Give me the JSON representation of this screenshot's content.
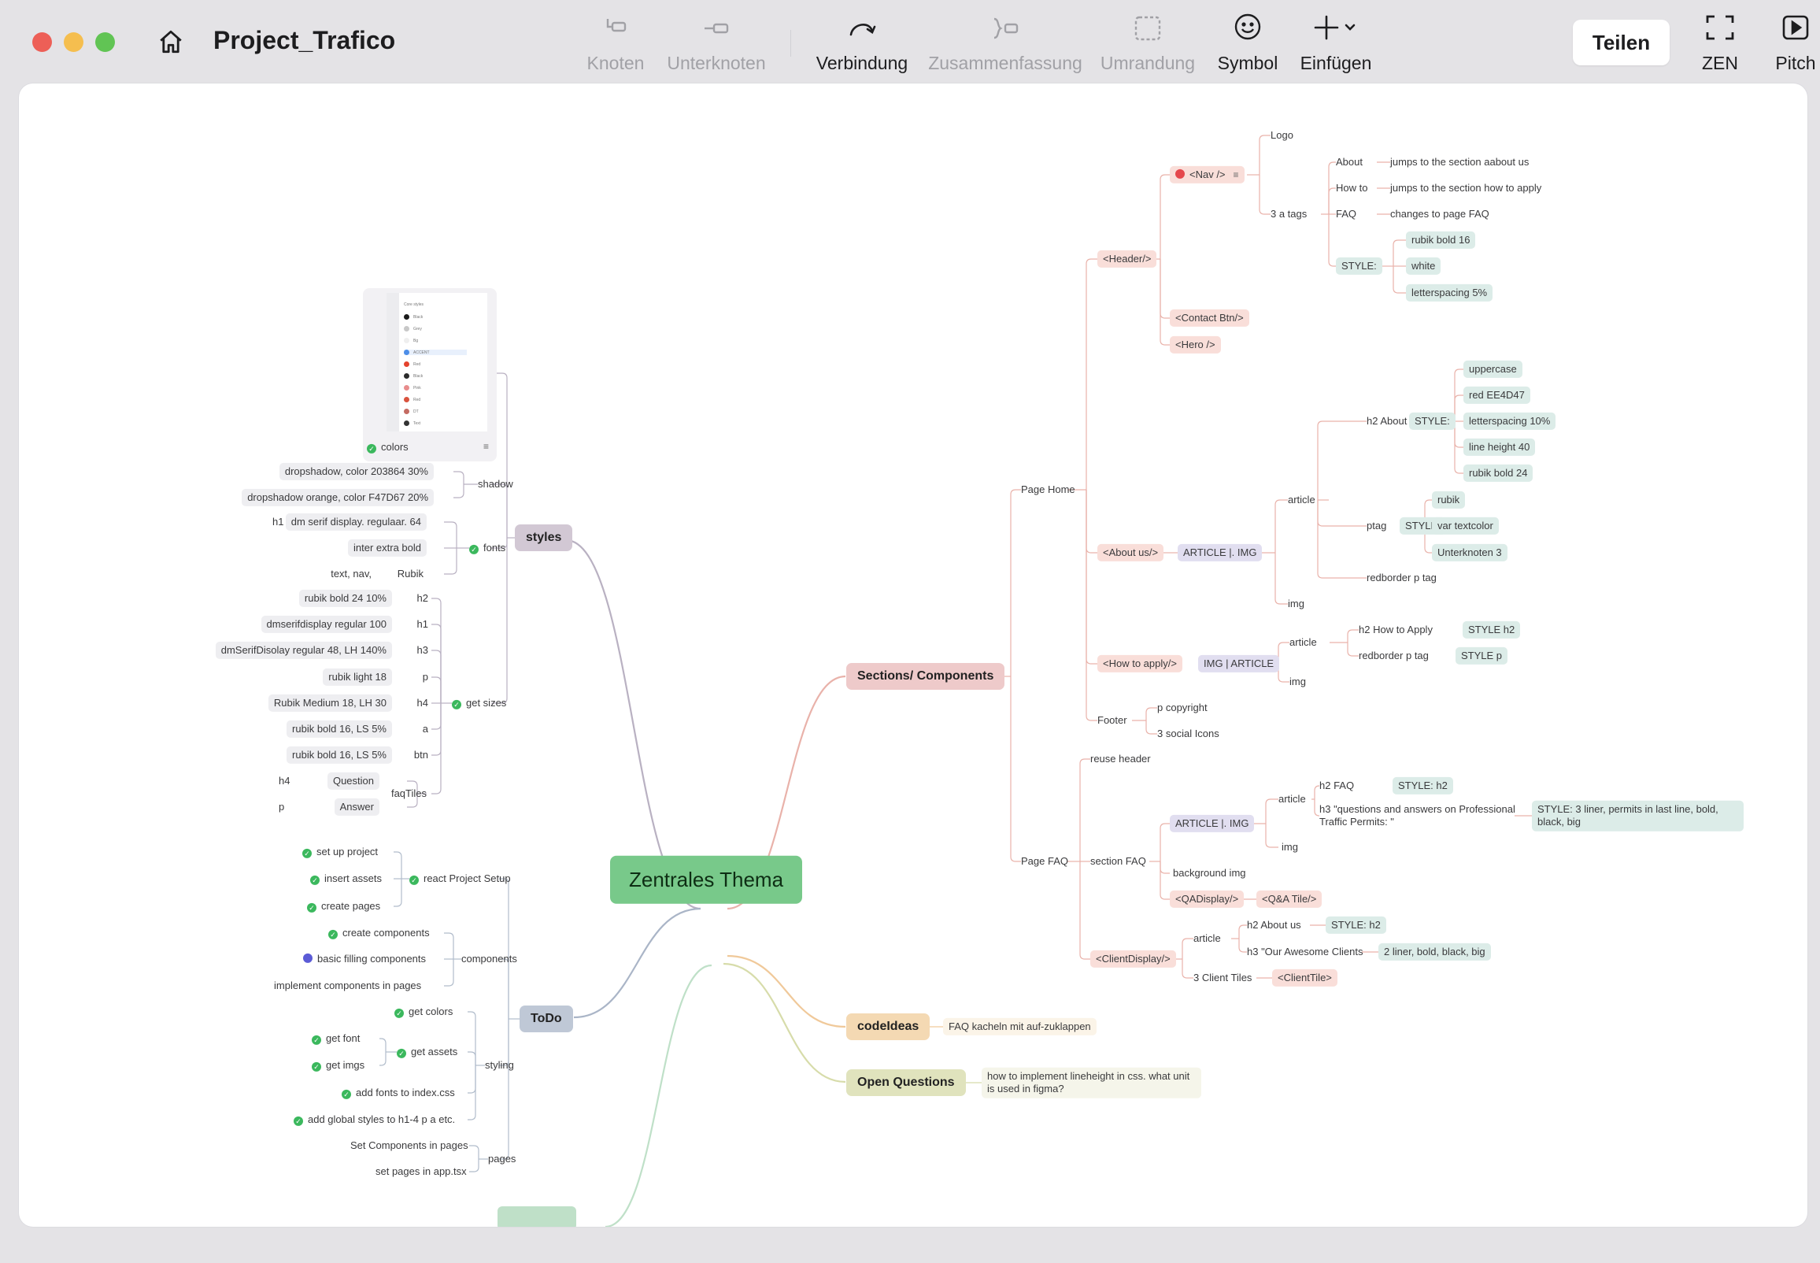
{
  "window": {
    "title": "Project_Trafico",
    "share_label": "Teilen",
    "traffic_lights": {
      "close": "#ed5f57",
      "minimize": "#f5be4f",
      "zoom": "#61c454"
    }
  },
  "toolbar": {
    "items": [
      {
        "id": "knoten",
        "label": "Knoten",
        "enabled": false,
        "icon": "node-icon"
      },
      {
        "id": "unterknoten",
        "label": "Unterknoten",
        "enabled": false,
        "icon": "subnode-icon"
      },
      {
        "id": "verbindung",
        "label": "Verbindung",
        "enabled": true,
        "icon": "connection-arrow-icon"
      },
      {
        "id": "zusammenfassung",
        "label": "Zusammenfassung",
        "enabled": false,
        "icon": "summary-brace-icon"
      },
      {
        "id": "umrandung",
        "label": "Umrandung",
        "enabled": false,
        "icon": "boundary-icon"
      },
      {
        "id": "symbol",
        "label": "Symbol",
        "enabled": true,
        "icon": "smiley-icon"
      },
      {
        "id": "einfuegen",
        "label": "Einfügen",
        "enabled": true,
        "icon": "plus-icon"
      }
    ],
    "right": [
      {
        "id": "zen",
        "label": "ZEN",
        "icon": "fullscreen-icon"
      },
      {
        "id": "pitch",
        "label": "Pitch",
        "icon": "play-icon"
      }
    ]
  },
  "colors": {
    "root": "#78c98a",
    "styles": "#d2c8d4",
    "todo": "#bfc8d6",
    "sections": "#eecaca",
    "codeideas": "#f4d9b3",
    "open_questions": "#e0e3bd",
    "pink": "#f9ded9",
    "teal": "#dcece8",
    "purple": "#e1def0",
    "disabled_text": "#a1a1a6",
    "check": "#3bb85d"
  },
  "mindmap": {
    "root": "Zentrales Thema",
    "styles": {
      "label": "styles",
      "colors_node": "colors",
      "color_swatches": [
        {
          "label": "Core styles",
          "color": ""
        },
        {
          "label": "Black",
          "color": "#1b1b1b"
        },
        {
          "label": "Grey",
          "color": "#c8c8c8"
        },
        {
          "label": "Bg",
          "color": "#efefef"
        },
        {
          "label": "ACCENT",
          "color": "#4d8ee8"
        },
        {
          "label": "Red",
          "color": "#e4432d"
        },
        {
          "label": "Black",
          "color": "#2b2b2b"
        },
        {
          "label": "Pink",
          "color": "#e88d8d"
        },
        {
          "label": "Red",
          "color": "#d9533e"
        },
        {
          "label": "DT",
          "color": "#c46b62"
        },
        {
          "label": "Text",
          "color": "#333333"
        }
      ],
      "shadow": {
        "label": "shadow",
        "items": [
          "dropshadow, color 203864 30%",
          "dropshadow orange, color F47D67 20%"
        ]
      },
      "fonts": {
        "label": "fonts",
        "items": [
          {
            "label": "dm serif display. regulaar. 64",
            "prefix": "h1"
          },
          {
            "label": "inter extra bold"
          },
          {
            "label": "Rubik",
            "prefix": "text, nav,"
          }
        ]
      },
      "get_sizes": {
        "label": "get sizes",
        "items": [
          {
            "tag": "h2",
            "value": "rubik bold 24 10%"
          },
          {
            "tag": "h1",
            "value": "dmserifdisplay regular 100"
          },
          {
            "tag": "h3",
            "value": "dmSerifDisolay regular 48, LH 140%"
          },
          {
            "tag": "p",
            "value": "rubik light 18"
          },
          {
            "tag": "h4",
            "value": "Rubik Medium 18, LH 30"
          },
          {
            "tag": "a",
            "value": "rubik bold 16, LS 5%"
          },
          {
            "tag": "btn",
            "value": "rubik bold 16, LS 5%"
          }
        ],
        "faq_tiles": {
          "label": "faqTiles",
          "items": [
            {
              "tag": "h4",
              "value": "Question"
            },
            {
              "tag": "p",
              "value": "Answer"
            }
          ]
        }
      }
    },
    "todo": {
      "label": "ToDo",
      "react_setup": {
        "label": "react Project Setup",
        "items": [
          "set up project",
          "insert assets",
          "create pages"
        ]
      },
      "components": {
        "label": "components",
        "items": [
          "create components",
          "basic filling components",
          "implement components in pages"
        ]
      },
      "styling": {
        "label": "styling",
        "get_colors": "get colors",
        "get_assets": {
          "label": "get assets",
          "items": [
            "get font",
            "get imgs"
          ]
        },
        "items": [
          "add fonts to index.css",
          "add global styles to h1-4 p a etc."
        ]
      },
      "pages": {
        "label": "pages",
        "items": [
          "Set Components in pages",
          "set pages in app.tsx"
        ]
      }
    },
    "sections": {
      "label": "Sections/ Components",
      "page_home": {
        "label": "Page Home",
        "header": {
          "label": "<Header/>",
          "nav": {
            "label": "<Nav />",
            "logo": "Logo",
            "tags": {
              "label": "3 a tags",
              "items": [
                {
                  "label": "About",
                  "note": "jumps to the section aabout us"
                },
                {
                  "label": "How to",
                  "note": "jumps to the section how to apply"
                },
                {
                  "label": "FAQ",
                  "note": "changes to page FAQ"
                }
              ]
            },
            "style": {
              "label": "STYLE:",
              "items": [
                "rubik bold 16",
                "white",
                "letterspacing 5%"
              ]
            }
          },
          "contact_btn": "<Contact Btn/>",
          "hero": "<Hero />"
        },
        "about": {
          "label": "<About us/>",
          "article_img": "ARTICLE  |. IMG",
          "article": "article",
          "h2": {
            "label": "h2 About us",
            "style": "STYLE:",
            "items": [
              "uppercase",
              "red EE4D47",
              "letterspacing 10%",
              "line height 40",
              "rubik bold 24"
            ]
          },
          "ptag": {
            "label": "ptag",
            "style": "STYLE:",
            "items": [
              "rubik",
              "var textcolor",
              "Unterknoten 3"
            ]
          },
          "redborder": "redborder p tag",
          "img": "img"
        },
        "how_to": {
          "label": "<How to apply/>",
          "img_article": "IMG | ARTICLE",
          "article": "article",
          "h2": "h2 How to Apply",
          "h2_style": "STYLE h2",
          "redborder": "redborder p tag",
          "p_style": "STYLE p",
          "img": "img"
        },
        "footer": {
          "label": "Footer",
          "items": [
            "p copyright",
            "3 social Icons"
          ]
        }
      },
      "page_faq": {
        "label": "Page FAQ",
        "reuse": "reuse header",
        "section_faq": {
          "label": "section FAQ",
          "article_img": "ARTICLE  |. IMG",
          "article": "article",
          "h2": "h2 FAQ",
          "h2_style": "STYLE: h2",
          "h3": "h3 \"questions and answers on Professional Traffic Permits: \"",
          "h3_style": "STYLE: 3 liner, permits in last line, bold, black, big",
          "img": "img",
          "bg_img": "background img",
          "qa_display": "<QADisplay/>",
          "qa_tile": "<Q&A Tile/>"
        },
        "client_display": {
          "label": "<ClientDisplay/>",
          "article": "article",
          "h2": "h2 About us",
          "h2_style": "STYLE: h2",
          "h3": "h3 \"Our Awesome Clients",
          "h3_note": "2 liner, bold, black, big",
          "tiles": "3 Client Tiles",
          "client_tile": "<ClientTile>"
        }
      }
    },
    "codeideas": {
      "label": "codeIdeas",
      "note": "FAQ kacheln mit auf-zuklappen"
    },
    "open_questions": {
      "label": "Open Questions",
      "note": "how to implement lineheight in css. what unit is used in figma?"
    }
  }
}
